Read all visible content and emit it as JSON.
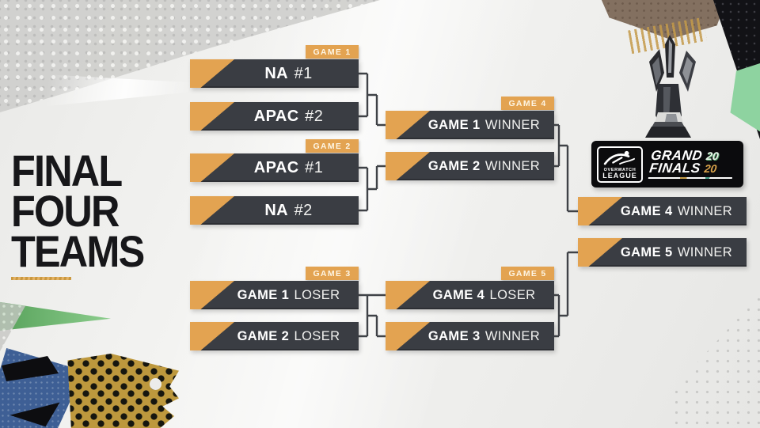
{
  "colors": {
    "accent": "#E3A351",
    "box_dark": "#3A3D43",
    "ink": "#17171A",
    "logo_black": "#0B0B0D",
    "connector": "#3F4247"
  },
  "title": {
    "line1": "FINAL",
    "line2": "FOUR",
    "line3": "TEAMS"
  },
  "matches": {
    "game1": {
      "label": "GAME 1",
      "slot1": {
        "strong": "NA",
        "light": "#1"
      },
      "slot2": {
        "strong": "APAC",
        "light": "#2"
      }
    },
    "game2": {
      "label": "GAME 2",
      "slot1": {
        "strong": "APAC",
        "light": "#1"
      },
      "slot2": {
        "strong": "NA",
        "light": "#2"
      }
    },
    "game3": {
      "label": "GAME 3",
      "slot1": {
        "strong": "GAME 1",
        "light": "LOSER"
      },
      "slot2": {
        "strong": "GAME 2",
        "light": "LOSER"
      }
    },
    "game4": {
      "label": "GAME 4",
      "slot1": {
        "strong": "GAME 1",
        "light": "WINNER"
      },
      "slot2": {
        "strong": "GAME 2",
        "light": "WINNER"
      }
    },
    "game5": {
      "label": "GAME 5",
      "slot1": {
        "strong": "GAME 4",
        "light": "LOSER"
      },
      "slot2": {
        "strong": "GAME 3",
        "light": "WINNER"
      }
    },
    "finals": {
      "slot1": {
        "strong": "GAME 4",
        "light": "WINNER"
      },
      "slot2": {
        "strong": "GAME 5",
        "light": "WINNER"
      }
    }
  },
  "logo": {
    "league_top": "OVERWATCH",
    "league_bottom": "LEAGUE",
    "event_top": "GRAND",
    "event_bottom": "FINALS",
    "year_top": "20",
    "year_bottom": "20"
  }
}
